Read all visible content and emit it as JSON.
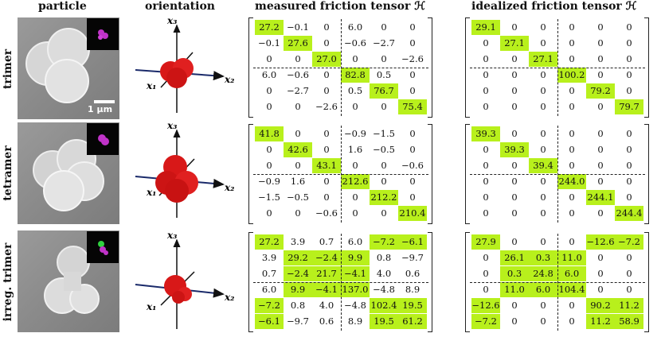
{
  "headers": {
    "particle": "particle",
    "orientation": "orientation",
    "measured": "measured friction tensor ℋ",
    "idealized": "idealized friction tensor ℋ"
  },
  "axes": {
    "x1": "x₁",
    "x2": "x₂",
    "x3": "x₃"
  },
  "scale_label": "1 μm",
  "rows": [
    {
      "label": "trimer",
      "measured": [
        [
          "27.2",
          "−0.1",
          "0",
          "6.0",
          "0",
          "0"
        ],
        [
          "−0.1",
          "27.6",
          "0",
          "−0.6",
          "−2.7",
          "0"
        ],
        [
          "0",
          "0",
          "27.0",
          "0",
          "0",
          "−2.6"
        ],
        [
          "6.0",
          "−0.6",
          "0",
          "82.8",
          "0.5",
          "0"
        ],
        [
          "0",
          "−2.7",
          "0",
          "0.5",
          "76.7",
          "0"
        ],
        [
          "0",
          "0",
          "−2.6",
          "0",
          "0",
          "75.4"
        ]
      ],
      "measured_highlight": [
        [
          0,
          0
        ],
        [
          1,
          1
        ],
        [
          2,
          2
        ],
        [
          3,
          3
        ],
        [
          4,
          4
        ],
        [
          5,
          5
        ]
      ],
      "idealized": [
        [
          "29.1",
          "0",
          "0",
          "0",
          "0",
          "0"
        ],
        [
          "0",
          "27.1",
          "0",
          "0",
          "0",
          "0"
        ],
        [
          "0",
          "0",
          "27.1",
          "0",
          "0",
          "0"
        ],
        [
          "0",
          "0",
          "0",
          "100.2",
          "0",
          "0"
        ],
        [
          "0",
          "0",
          "0",
          "0",
          "79.2",
          "0"
        ],
        [
          "0",
          "0",
          "0",
          "0",
          "0",
          "79.7"
        ]
      ],
      "idealized_highlight": [
        [
          0,
          0
        ],
        [
          1,
          1
        ],
        [
          2,
          2
        ],
        [
          3,
          3
        ],
        [
          4,
          4
        ],
        [
          5,
          5
        ]
      ]
    },
    {
      "label": "tetramer",
      "measured": [
        [
          "41.8",
          "0",
          "0",
          "−0.9",
          "−1.5",
          "0"
        ],
        [
          "0",
          "42.6",
          "0",
          "1.6",
          "−0.5",
          "0"
        ],
        [
          "0",
          "0",
          "43.1",
          "0",
          "0",
          "−0.6"
        ],
        [
          "−0.9",
          "1.6",
          "0",
          "212.6",
          "0",
          "0"
        ],
        [
          "−1.5",
          "−0.5",
          "0",
          "0",
          "212.2",
          "0"
        ],
        [
          "0",
          "0",
          "−0.6",
          "0",
          "0",
          "210.4"
        ]
      ],
      "measured_highlight": [
        [
          0,
          0
        ],
        [
          1,
          1
        ],
        [
          2,
          2
        ],
        [
          3,
          3
        ],
        [
          4,
          4
        ],
        [
          5,
          5
        ]
      ],
      "idealized": [
        [
          "39.3",
          "0",
          "0",
          "0",
          "0",
          "0"
        ],
        [
          "0",
          "39.3",
          "0",
          "0",
          "0",
          "0"
        ],
        [
          "0",
          "0",
          "39.4",
          "0",
          "0",
          "0"
        ],
        [
          "0",
          "0",
          "0",
          "244.0",
          "0",
          "0"
        ],
        [
          "0",
          "0",
          "0",
          "0",
          "244.1",
          "0"
        ],
        [
          "0",
          "0",
          "0",
          "0",
          "0",
          "244.4"
        ]
      ],
      "idealized_highlight": [
        [
          0,
          0
        ],
        [
          1,
          1
        ],
        [
          2,
          2
        ],
        [
          3,
          3
        ],
        [
          4,
          4
        ],
        [
          5,
          5
        ]
      ]
    },
    {
      "label": "irreg. trimer",
      "measured": [
        [
          "27.2",
          "3.9",
          "0.7",
          "6.0",
          "−7.2",
          "−6.1"
        ],
        [
          "3.9",
          "29.2",
          "−2.4",
          "9.9",
          "0.8",
          "−9.7"
        ],
        [
          "0.7",
          "−2.4",
          "21.7",
          "−4.1",
          "4.0",
          "0.6"
        ],
        [
          "6.0",
          "9.9",
          "−4.1",
          "137.0",
          "−4.8",
          "8.9"
        ],
        [
          "−7.2",
          "0.8",
          "4.0",
          "−4.8",
          "102.4",
          "19.5"
        ],
        [
          "−6.1",
          "−9.7",
          "0.6",
          "8.9",
          "19.5",
          "61.2"
        ]
      ],
      "measured_highlight": [
        [
          0,
          0
        ],
        [
          0,
          4
        ],
        [
          0,
          5
        ],
        [
          1,
          1
        ],
        [
          1,
          2
        ],
        [
          1,
          3
        ],
        [
          2,
          1
        ],
        [
          2,
          2
        ],
        [
          2,
          3
        ],
        [
          3,
          1
        ],
        [
          3,
          2
        ],
        [
          3,
          3
        ],
        [
          4,
          0
        ],
        [
          4,
          4
        ],
        [
          4,
          5
        ],
        [
          5,
          0
        ],
        [
          5,
          4
        ],
        [
          5,
          5
        ]
      ],
      "idealized": [
        [
          "27.9",
          "0",
          "0",
          "0",
          "−12.6",
          "−7.2"
        ],
        [
          "0",
          "26.1",
          "0.3",
          "11.0",
          "0",
          "0"
        ],
        [
          "0",
          "0.3",
          "24.8",
          "6.0",
          "0",
          "0"
        ],
        [
          "0",
          "11.0",
          "6.0",
          "104.4",
          "0",
          "0"
        ],
        [
          "−12.6",
          "0",
          "0",
          "0",
          "90.2",
          "11.2"
        ],
        [
          "−7.2",
          "0",
          "0",
          "0",
          "11.2",
          "58.9"
        ]
      ],
      "idealized_highlight": [
        [
          0,
          0
        ],
        [
          0,
          4
        ],
        [
          0,
          5
        ],
        [
          1,
          1
        ],
        [
          1,
          2
        ],
        [
          1,
          3
        ],
        [
          2,
          1
        ],
        [
          2,
          2
        ],
        [
          2,
          3
        ],
        [
          3,
          1
        ],
        [
          3,
          2
        ],
        [
          3,
          3
        ],
        [
          4,
          0
        ],
        [
          4,
          4
        ],
        [
          4,
          5
        ],
        [
          5,
          0
        ],
        [
          5,
          4
        ],
        [
          5,
          5
        ]
      ]
    }
  ]
}
